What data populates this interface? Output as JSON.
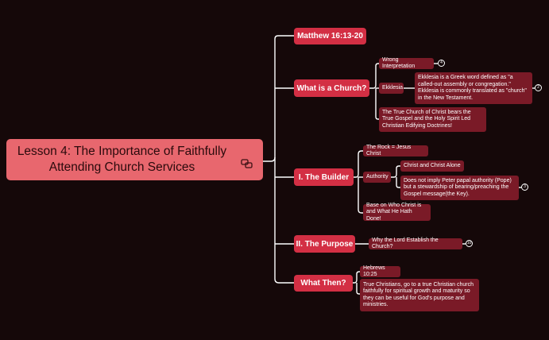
{
  "root": {
    "title": "Lesson 4: The Importance of Faithfully Attending Church Services"
  },
  "topics": {
    "matthew": {
      "label": "Matthew 16:13-20"
    },
    "what_is": {
      "label": "What is a Church?",
      "wrong": {
        "label": "Wrong Interpretation",
        "count": "4"
      },
      "ekklesia": {
        "label": "Ekklesia"
      },
      "ekklesia_def": {
        "text": "Ekklesia is a Greek word defined as \"a called-out assembly or congregation.\" Ekklesia is commonly translated as \"church\" in the New Testament.",
        "count": "2"
      },
      "true_church": {
        "text": "The True Church of Christ bears the True Gospel and the Holy Spirit Led Christian Edifying Doctrines!"
      }
    },
    "builder": {
      "label": "I. The Builder",
      "rock": {
        "label": "The Rock = Jesus Christ"
      },
      "authority": {
        "label": "Authority"
      },
      "christ_alone": {
        "label": "Christ and Christ Alone"
      },
      "not_imply": {
        "text": "Does not imply Peter papal authority (Pope) but a stewardship of bearing/preaching the Gospel message(the Key).",
        "count": "3"
      },
      "base": {
        "text": "Base on Who Christ is and What He Hath Done!"
      }
    },
    "purpose": {
      "label": "II. The Purpose",
      "why": {
        "label": "Why the Lord Establish the Church?",
        "count": "10"
      }
    },
    "what_then": {
      "label": "What Then?",
      "hebrews": {
        "label": "Hebrews 10:25"
      },
      "true_christians": {
        "text": "True Christians, go to a true Christian church faithfully for spiritual growth and maturity so they can be useful for God's purpose and ministries."
      }
    }
  },
  "colors": {
    "background": "#150809",
    "root": "#e8676e",
    "main_topic": "#d32f44",
    "subtopic": "#7a1a27",
    "connector": "#ffffff"
  }
}
